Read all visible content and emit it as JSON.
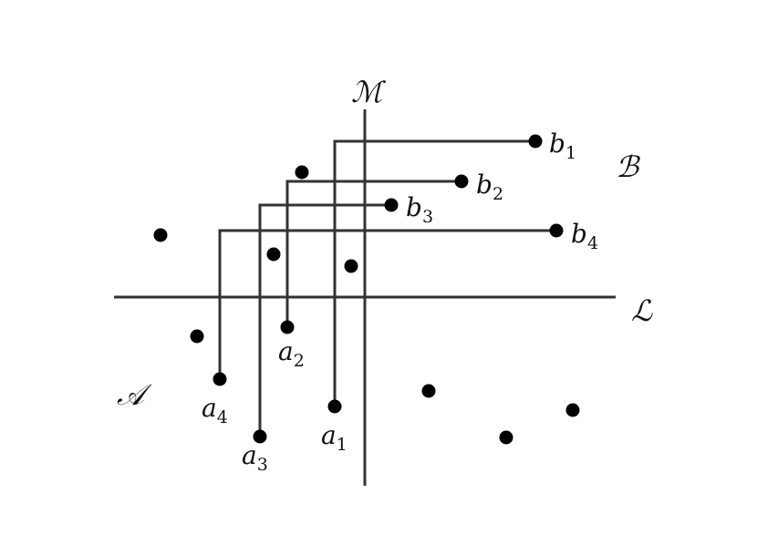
{
  "diagram": {
    "line_color": "#333333",
    "dot_color": "#000000",
    "regions": {
      "M": "ℳ",
      "L": "ℒ",
      "A": "𝒜",
      "B": "ℬ"
    },
    "a_points": [
      {
        "base": "a",
        "sub": "1"
      },
      {
        "base": "a",
        "sub": "2"
      },
      {
        "base": "a",
        "sub": "3"
      },
      {
        "base": "a",
        "sub": "4"
      }
    ],
    "b_points": [
      {
        "base": "b",
        "sub": "1"
      },
      {
        "base": "b",
        "sub": "2"
      },
      {
        "base": "b",
        "sub": "3"
      },
      {
        "base": "b",
        "sub": "4"
      }
    ]
  }
}
